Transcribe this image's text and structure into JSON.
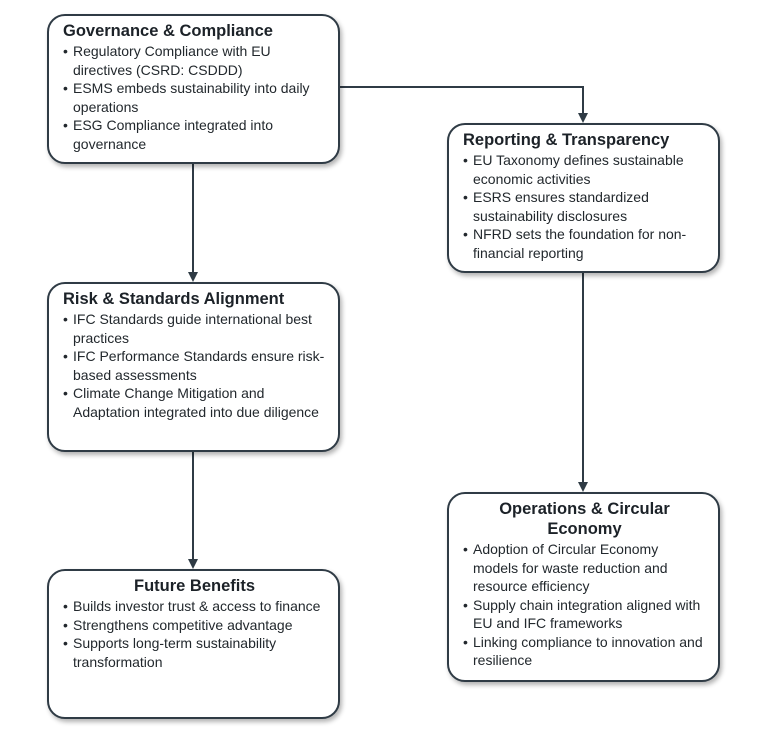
{
  "colors": {
    "border": "#2f3b45",
    "arrow": "#2f3b45",
    "text": "#1f2428",
    "background": "#ffffff"
  },
  "boxes": {
    "governance": {
      "title": "Governance & Compliance",
      "bullets": [
        "Regulatory Compliance with EU directives (CSRD: CSDDD)",
        "ESMS embeds sustainability into daily operations",
        "ESG Compliance integrated into governance"
      ]
    },
    "risk": {
      "title": "Risk & Standards Alignment",
      "bullets": [
        "IFC Standards guide international best practices",
        "IFC Performance Standards ensure risk-based assessments",
        "Climate Change Mitigation and Adaptation integrated into due diligence"
      ]
    },
    "future": {
      "title": "Future Benefits",
      "bullets": [
        "Builds investor trust & access to finance",
        "Strengthens competitive advantage",
        "Supports long-term sustainability transformation"
      ]
    },
    "reporting": {
      "title": "Reporting & Transparency",
      "bullets": [
        "EU Taxonomy defines sustainable economic activities",
        "ESRS ensures standardized sustainability disclosures",
        "NFRD sets the foundation for non-financial reporting"
      ]
    },
    "operations": {
      "title": "Operations & Circular Economy",
      "bullets": [
        "Adoption of Circular Economy models for waste reduction and resource efficiency",
        "Supply chain integration aligned with EU and IFC frameworks",
        "Linking compliance to innovation and resilience"
      ]
    }
  },
  "edges": [
    {
      "from": "Governance & Compliance",
      "to": "Risk & Standards Alignment"
    },
    {
      "from": "Risk & Standards Alignment",
      "to": "Future Benefits"
    },
    {
      "from": "Governance & Compliance",
      "to": "Reporting & Transparency"
    },
    {
      "from": "Reporting & Transparency",
      "to": "Operations & Circular Economy"
    }
  ]
}
